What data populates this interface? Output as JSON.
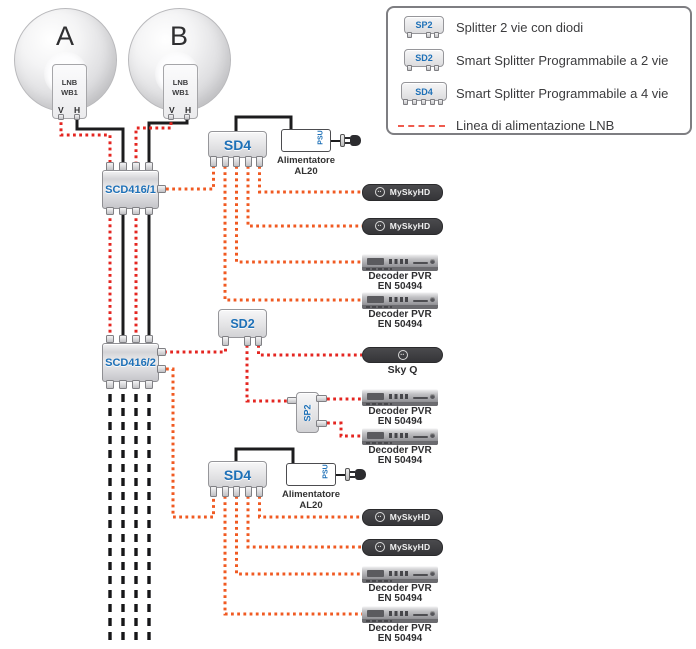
{
  "devices": {
    "dish_a": "A",
    "dish_b": "B",
    "lnb": {
      "line1": "LNB",
      "line2": "WB1",
      "v": "V",
      "h": "H"
    },
    "multiswitch_1": "SCD416/1",
    "multiswitch_2": "SCD416/2",
    "sd4": "SD4",
    "sd2": "SD2",
    "sp2": "SP2",
    "psu": {
      "label": "PSU",
      "caption1": "Alimentatore",
      "caption2": "AL20"
    }
  },
  "receivers": {
    "myskyhd": "MySkyHD",
    "skyq": "Sky Q",
    "decoder_line1": "Decoder PVR",
    "decoder_line2": "EN 50494"
  },
  "legend": {
    "items": [
      {
        "label": "SP2",
        "text": "Splitter 2 vie con diodi"
      },
      {
        "label": "SD2",
        "text": "Smart Splitter Programmabile a 2 vie"
      },
      {
        "label": "SD4",
        "text": "Smart Splitter Programmabile a 4 vie"
      },
      {
        "text": "Linea di alimentazione LNB"
      }
    ]
  },
  "colors": {
    "accent_blue": "#1d70b7",
    "wire_red": "#e42621",
    "wire_orange": "#f05a22",
    "wire_black": "#1c1c1e"
  }
}
